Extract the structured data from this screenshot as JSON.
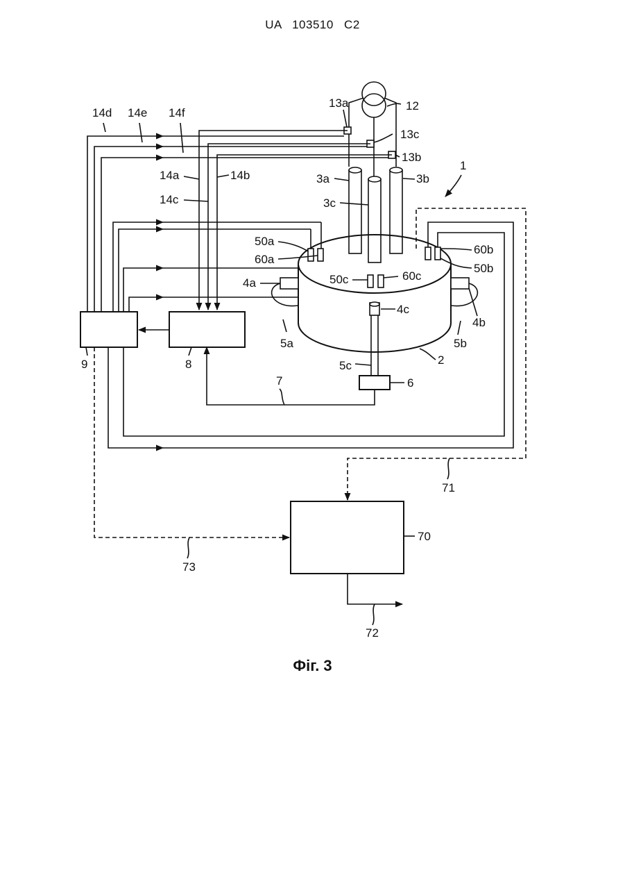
{
  "header": {
    "document_number": "UA   103510   C2"
  },
  "caption": "Фіг. 3",
  "labels": {
    "l1": "1",
    "l2": "2",
    "l3a": "3a",
    "l3b": "3b",
    "l3c": "3c",
    "l4a": "4a",
    "l4b": "4b",
    "l4c": "4c",
    "l5a": "5a",
    "l5b": "5b",
    "l5c": "5c",
    "l6": "6",
    "l7": "7",
    "l8": "8",
    "l9": "9",
    "l12": "12",
    "l13a": "13a",
    "l13b": "13b",
    "l13c": "13c",
    "l14a": "14a",
    "l14b": "14b",
    "l14c": "14c",
    "l14d": "14d",
    "l14e": "14e",
    "l14f": "14f",
    "l50a": "50a",
    "l50b": "50b",
    "l50c": "50c",
    "l60a": "60a",
    "l60b": "60b",
    "l60c": "60c",
    "l70": "70",
    "l71": "71",
    "l72": "72",
    "l73": "73"
  }
}
